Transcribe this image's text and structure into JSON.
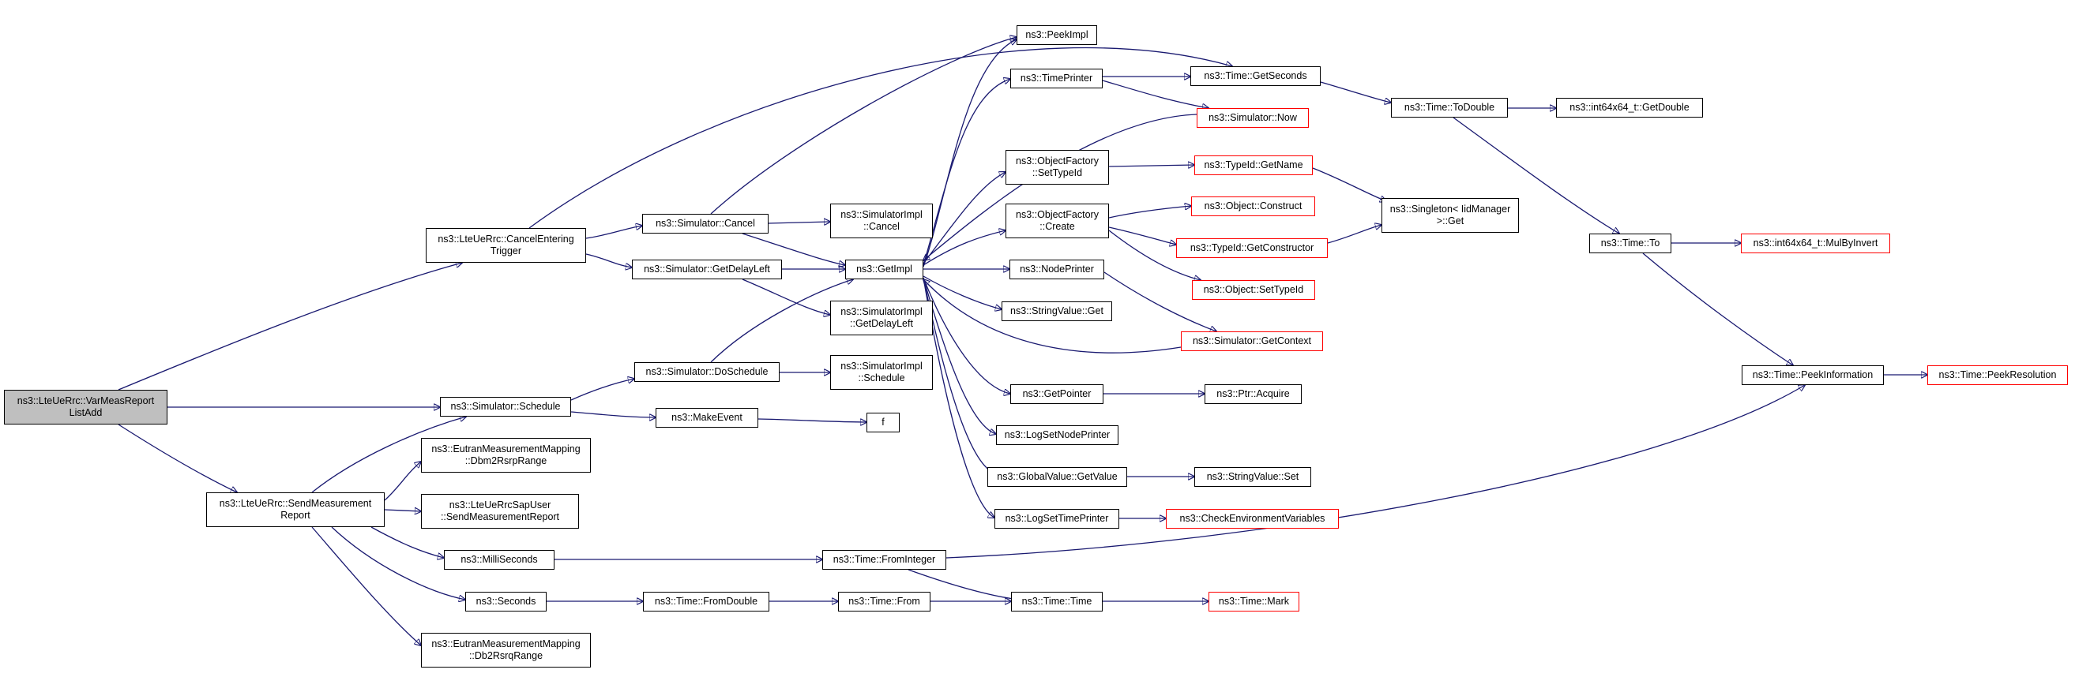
{
  "colors": {
    "edge": "#191970",
    "node_border": "#000000",
    "incomplete_border": "#ff0000",
    "root_fill": "#bfbfbf",
    "background": "#ffffff"
  },
  "nodes": {
    "root": {
      "lines": [
        "ns3::LteUeRrc::VarMeasReport",
        "ListAdd"
      ]
    },
    "cancelEnteringTrigger": {
      "lines": [
        "ns3::LteUeRrc::CancelEntering",
        "Trigger"
      ]
    },
    "scheduleSim": {
      "lines": [
        "ns3::Simulator::Schedule"
      ]
    },
    "sendMeasurementReport": {
      "lines": [
        "ns3::LteUeRrc::SendMeasurement",
        "Report"
      ]
    },
    "simCancel": {
      "lines": [
        "ns3::Simulator::Cancel"
      ]
    },
    "simGetDelayLeft": {
      "lines": [
        "ns3::Simulator::GetDelayLeft"
      ]
    },
    "simDoSchedule": {
      "lines": [
        "ns3::Simulator::DoSchedule"
      ]
    },
    "makeEvent": {
      "lines": [
        "ns3::MakeEvent"
      ]
    },
    "dbm2rsrp": {
      "lines": [
        "ns3::EutranMeasurementMapping",
        "::Dbm2RsrpRange"
      ]
    },
    "sapSend": {
      "lines": [
        "ns3::LteUeRrcSapUser",
        "::SendMeasurementReport"
      ]
    },
    "milliSeconds": {
      "lines": [
        "ns3::MilliSeconds"
      ]
    },
    "seconds": {
      "lines": [
        "ns3::Seconds"
      ]
    },
    "db2rsrq": {
      "lines": [
        "ns3::EutranMeasurementMapping",
        "::Db2RsrqRange"
      ]
    },
    "implCancel": {
      "lines": [
        "ns3::SimulatorImpl",
        "::Cancel"
      ]
    },
    "implGetDelayLeft": {
      "lines": [
        "ns3::SimulatorImpl",
        "::GetDelayLeft"
      ]
    },
    "implSchedule": {
      "lines": [
        "ns3::SimulatorImpl",
        "::Schedule"
      ]
    },
    "getImpl": {
      "lines": [
        "ns3::GetImpl"
      ]
    },
    "f": {
      "lines": [
        "f"
      ]
    },
    "timeFromInteger": {
      "lines": [
        "ns3::Time::FromInteger"
      ]
    },
    "timeFromDouble": {
      "lines": [
        "ns3::Time::FromDouble"
      ]
    },
    "timeFrom": {
      "lines": [
        "ns3::Time::From"
      ]
    },
    "peekImpl": {
      "lines": [
        "ns3::PeekImpl"
      ]
    },
    "timePrinter": {
      "lines": [
        "ns3::TimePrinter"
      ]
    },
    "ofSetTypeId": {
      "lines": [
        "ns3::ObjectFactory",
        "::SetTypeId"
      ]
    },
    "ofCreate": {
      "lines": [
        "ns3::ObjectFactory",
        "::Create"
      ]
    },
    "nodePrinter": {
      "lines": [
        "ns3::NodePrinter"
      ]
    },
    "stringValueGet": {
      "lines": [
        "ns3::StringValue::Get"
      ]
    },
    "getPointer": {
      "lines": [
        "ns3::GetPointer"
      ]
    },
    "logSetNodePrinter": {
      "lines": [
        "ns3::LogSetNodePrinter"
      ]
    },
    "globalValueGetValue": {
      "lines": [
        "ns3::GlobalValue::GetValue"
      ]
    },
    "logSetTimePrinter": {
      "lines": [
        "ns3::LogSetTimePrinter"
      ]
    },
    "timeTime": {
      "lines": [
        "ns3::Time::Time"
      ]
    },
    "timeGetSeconds": {
      "lines": [
        "ns3::Time::GetSeconds"
      ]
    },
    "simNow": {
      "lines": [
        "ns3::Simulator::Now"
      ]
    },
    "typeIdGetName": {
      "lines": [
        "ns3::TypeId::GetName"
      ]
    },
    "objectConstruct": {
      "lines": [
        "ns3::Object::Construct"
      ]
    },
    "typeIdGetConstructor": {
      "lines": [
        "ns3::TypeId::GetConstructor"
      ]
    },
    "objectSetTypeId": {
      "lines": [
        "ns3::Object::SetTypeId"
      ]
    },
    "simGetContext": {
      "lines": [
        "ns3::Simulator::GetContext"
      ]
    },
    "ptrAcquire": {
      "lines": [
        "ns3::Ptr::Acquire"
      ]
    },
    "stringValueSet": {
      "lines": [
        "ns3::StringValue::Set"
      ]
    },
    "checkEnv": {
      "lines": [
        "ns3::CheckEnvironmentVariables"
      ]
    },
    "timeMark": {
      "lines": [
        "ns3::Time::Mark"
      ]
    },
    "timeToDouble": {
      "lines": [
        "ns3::Time::ToDouble"
      ]
    },
    "singletonGet": {
      "lines": [
        "ns3::Singleton< IidManager",
        ">::Get"
      ]
    },
    "int64GetDouble": {
      "lines": [
        "ns3::int64x64_t::GetDouble"
      ]
    },
    "timeTo": {
      "lines": [
        "ns3::Time::To"
      ]
    },
    "int64MulByInvert": {
      "lines": [
        "ns3::int64x64_t::MulByInvert"
      ]
    },
    "timePeekInformation": {
      "lines": [
        "ns3::Time::PeekInformation"
      ]
    },
    "timePeekResolution": {
      "lines": [
        "ns3::Time::PeekResolution"
      ]
    }
  }
}
